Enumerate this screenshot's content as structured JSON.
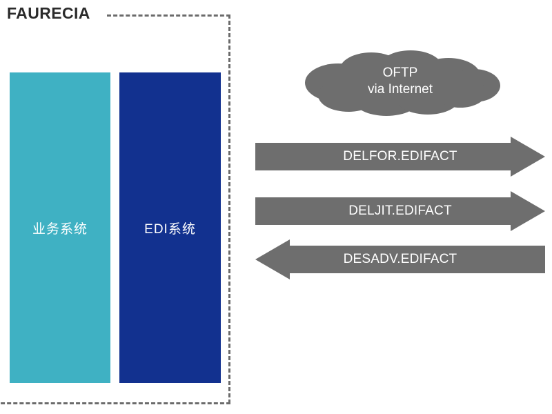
{
  "diagram": {
    "company": {
      "name": "FAURECIA",
      "boundary_style": "dashed",
      "boundary_color": "#6b6b6b"
    },
    "systems": [
      {
        "id": "business-system",
        "label": "业务系统",
        "color": "#3fb1c3"
      },
      {
        "id": "edi-system",
        "label": "EDI系统",
        "color": "#12318f"
      }
    ],
    "cloud": {
      "line1": "OFTP",
      "line2": "via Internet",
      "color": "#6e6e6e",
      "text_color": "#ffffff"
    },
    "messages": [
      {
        "label": "DELFOR.EDIFACT",
        "direction": "right",
        "color": "#6e6e6e"
      },
      {
        "label": "DELJIT.EDIFACT",
        "direction": "right",
        "color": "#6e6e6e"
      },
      {
        "label": "DESADV.EDIFACT",
        "direction": "left",
        "color": "#6e6e6e"
      }
    ]
  }
}
